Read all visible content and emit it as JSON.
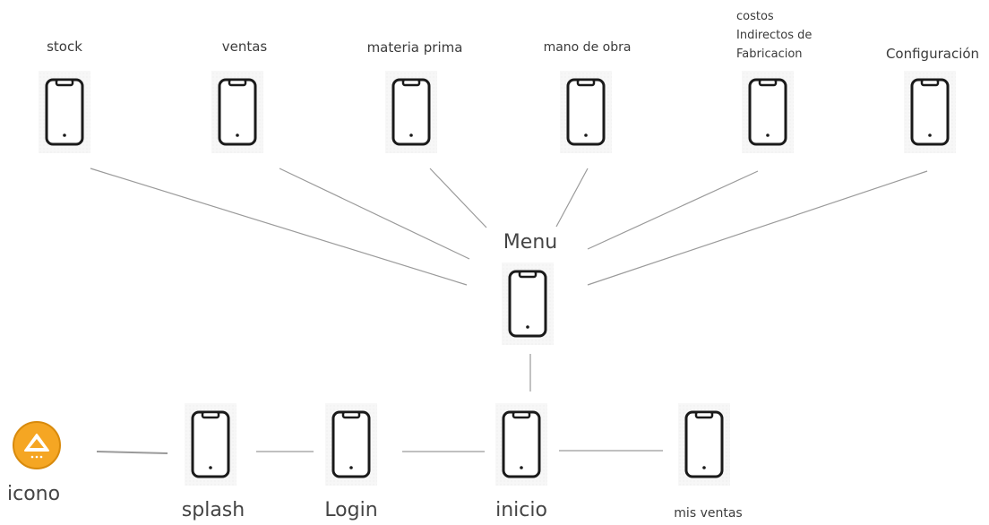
{
  "nodes": {
    "stock": "stock",
    "ventas": "ventas",
    "materia_prima": "materia prima",
    "mano_de_obra": "mano de obra",
    "cif_line1": "costos",
    "cif_line2": "Indirectos de",
    "cif_line3": "Fabricacion",
    "configuracion": "Configuración",
    "menu": "Menu",
    "icono": "icono",
    "splash": "splash",
    "login": "Login",
    "inicio": "inicio",
    "mis_ventas": "mis ventas"
  },
  "colors": {
    "icon_fill": "#f5a623",
    "icon_ring": "#d88a0c",
    "line": "#9a9a9a",
    "phone_stroke": "#1a1a1a",
    "phone_bg": "#f3f3f3"
  },
  "icons": {
    "phone": "mobile-phone-icon",
    "app": "triangle-warning-icon"
  }
}
